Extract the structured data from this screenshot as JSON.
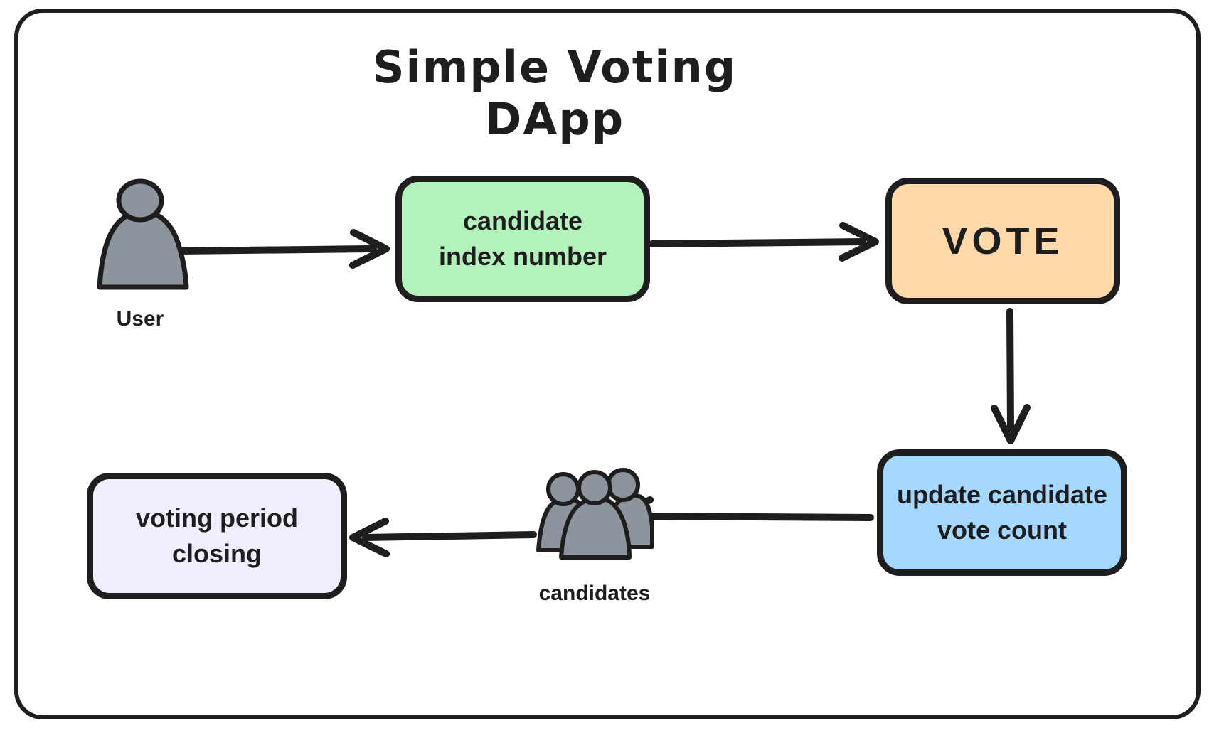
{
  "diagram": {
    "title": "Simple Voting DApp",
    "nodes": {
      "candidate_index": {
        "lines": [
          "candidate",
          "index number"
        ],
        "fill": "#b2f2bb"
      },
      "vote": {
        "lines": [
          "VOTE"
        ],
        "fill": "#ffd8a8"
      },
      "update_count": {
        "lines": [
          "update candidate",
          "vote count"
        ],
        "fill": "#a5d8ff"
      },
      "voting_period": {
        "lines": [
          "voting period",
          "closing"
        ],
        "fill": "#efeefc"
      }
    },
    "actors": {
      "user": {
        "label": "User"
      },
      "candidates": {
        "label": "candidates"
      }
    },
    "colors": {
      "stroke": "#1e1e1e",
      "green_fill": "#b2f2bb",
      "orange_fill": "#ffd8a8",
      "blue_fill": "#a5d8ff",
      "violet_fill": "#efeefc",
      "actor_gray": "#8d949d",
      "background": "#ffffff"
    },
    "flow": [
      "User -> candidate index number",
      "candidate index number -> VOTE",
      "VOTE -> update candidate vote count",
      "update candidate vote count -> candidates",
      "candidates -> voting period closing"
    ]
  }
}
